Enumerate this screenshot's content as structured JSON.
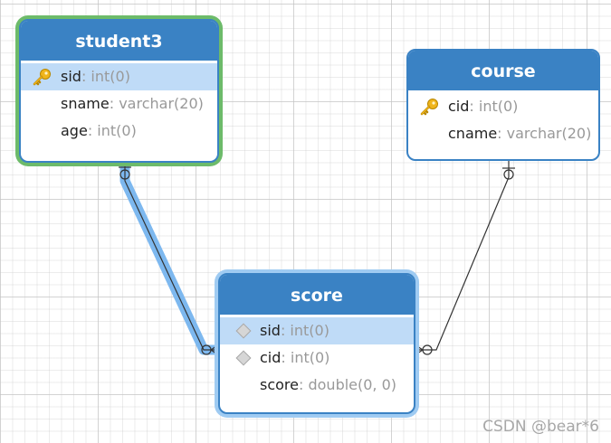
{
  "entities": {
    "student": {
      "name": "student3",
      "fields": [
        {
          "name": "sid",
          "type": ": int(0)"
        },
        {
          "name": "sname",
          "type": ": varchar(20)"
        },
        {
          "name": "age",
          "type": ": int(0)"
        }
      ]
    },
    "course": {
      "name": "course",
      "fields": [
        {
          "name": "cid",
          "type": ": int(0)"
        },
        {
          "name": "cname",
          "type": ": varchar(20)"
        }
      ]
    },
    "score": {
      "name": "score",
      "fields": [
        {
          "name": "sid",
          "type": ": int(0)"
        },
        {
          "name": "cid",
          "type": ": int(0)"
        },
        {
          "name": "score",
          "type": ": double(0, 0)"
        }
      ]
    }
  },
  "relationships": [
    {
      "from": "student3.sid",
      "to": "score.sid",
      "cardinality": "one-to-many",
      "highlighted": true
    },
    {
      "from": "course.cid",
      "to": "score.cid",
      "cardinality": "one-to-many",
      "highlighted": false
    }
  ],
  "colors": {
    "header": "#3a82c4",
    "selected_row": "#bfdbf7",
    "selected_entity_outline": "#6dbb6a",
    "highlight_link": "#7db8ef",
    "key_icon": "#f0b51c"
  },
  "icons": {
    "primary_key": "key-icon",
    "foreign_key": "diamond-icon"
  },
  "watermark": "CSDN @bear*6"
}
